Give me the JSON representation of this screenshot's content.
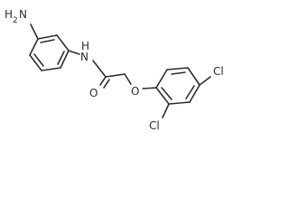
{
  "molecule": {
    "atom_labels": {
      "amine_h2": "H",
      "amine_subscript": "2",
      "amine_n": "N",
      "amide_n": "N",
      "amide_h": "H",
      "carbonyl_o": "O",
      "ether_o": "O",
      "chloro_para": "Cl",
      "chloro_ortho": "Cl"
    }
  }
}
